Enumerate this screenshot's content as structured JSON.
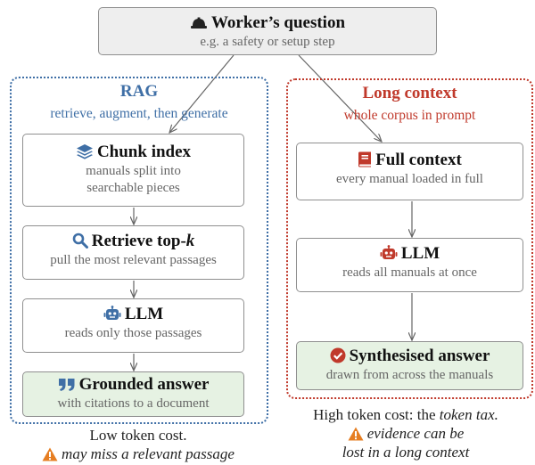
{
  "question": {
    "title": "Worker’s question",
    "subtitle": "e.g. a safety or setup step",
    "icon": "hard-hat-icon"
  },
  "rag": {
    "title": "RAG",
    "subtitle": "retrieve, augment, then generate",
    "color": "#3f6fa6",
    "steps": [
      {
        "title": "Chunk index",
        "line1": "manuals split into",
        "line2": "searchable pieces",
        "icon": "layers-icon"
      },
      {
        "title_main": "Retrieve top-",
        "title_k": "k",
        "subtitle": "pull the most relevant passages",
        "icon": "search-icon"
      },
      {
        "title": "LLM",
        "subtitle": "reads only those passages",
        "icon": "robot-icon"
      },
      {
        "title": "Grounded answer",
        "subtitle": "with citations to a document",
        "icon": "quote-icon"
      }
    ],
    "note_line1": "Low token cost.",
    "note_line2": "may miss a relevant passage"
  },
  "long_context": {
    "title": "Long context",
    "subtitle": "whole corpus in prompt",
    "color": "#c0392b",
    "steps": [
      {
        "title": "Full context",
        "subtitle": "every manual loaded in full",
        "icon": "book-icon"
      },
      {
        "title": "LLM",
        "subtitle": "reads all manuals at once",
        "icon": "robot-icon"
      },
      {
        "title": "Synthesised answer",
        "subtitle": "drawn from across the manuals",
        "icon": "check-circle-icon"
      }
    ],
    "note_prefix": "High token cost: the ",
    "note_emph": "token tax.",
    "note_line2": "evidence can be",
    "note_line3": "lost in a long context"
  },
  "colors": {
    "accent_blue": "#3f6fa6",
    "accent_red": "#c0392b",
    "warning": "#e67e22",
    "answer_fill": "#e6f2e3",
    "question_fill": "#eeeeee"
  }
}
